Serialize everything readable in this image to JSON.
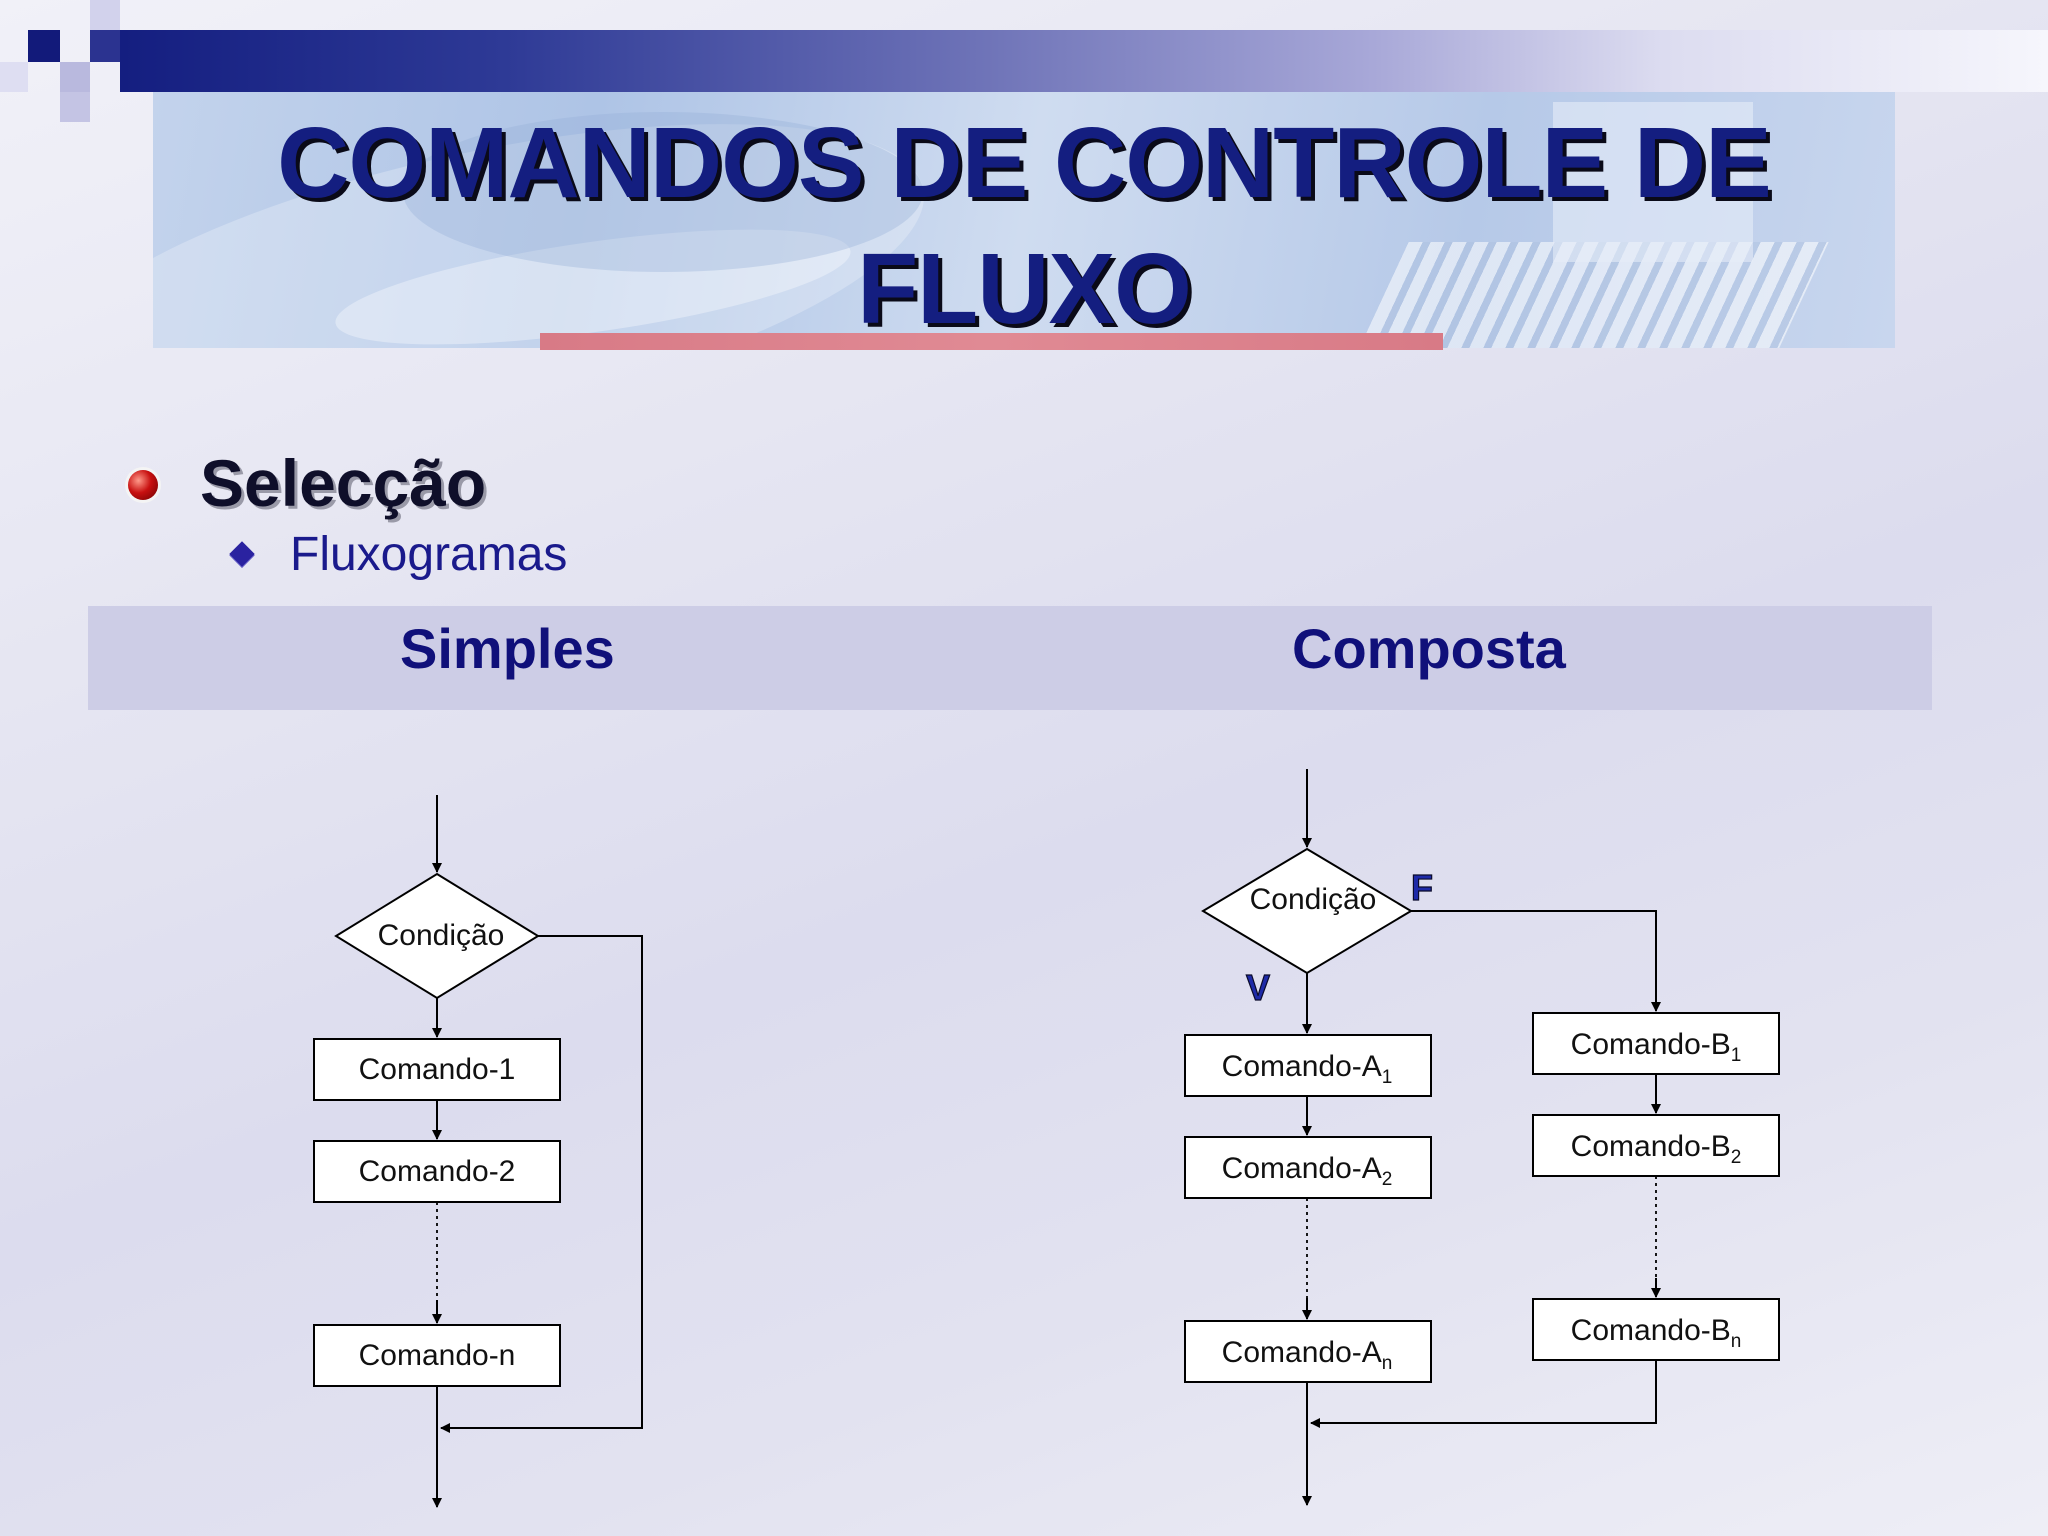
{
  "title": "COMANDOS DE CONTROLE DE FLUXO",
  "bullets": {
    "level1": "Selecção",
    "level2": "Fluxogramas"
  },
  "columns": {
    "left": "Simples",
    "right": "Composta"
  },
  "simples": {
    "condition": "Condição",
    "cmd1": "Comando-1",
    "cmd2": "Comando-2",
    "cmdn": "Comando-n"
  },
  "composta": {
    "condition": "Condição",
    "true_label": "V",
    "false_label": "F",
    "a_prefix": "Comando-A",
    "b_prefix": "Comando-B",
    "sub1": "1",
    "sub2": "2",
    "subn": "n"
  },
  "colors": {
    "title": "#141e80",
    "header_band": "#cdcde6",
    "column_heading": "#10107a"
  }
}
